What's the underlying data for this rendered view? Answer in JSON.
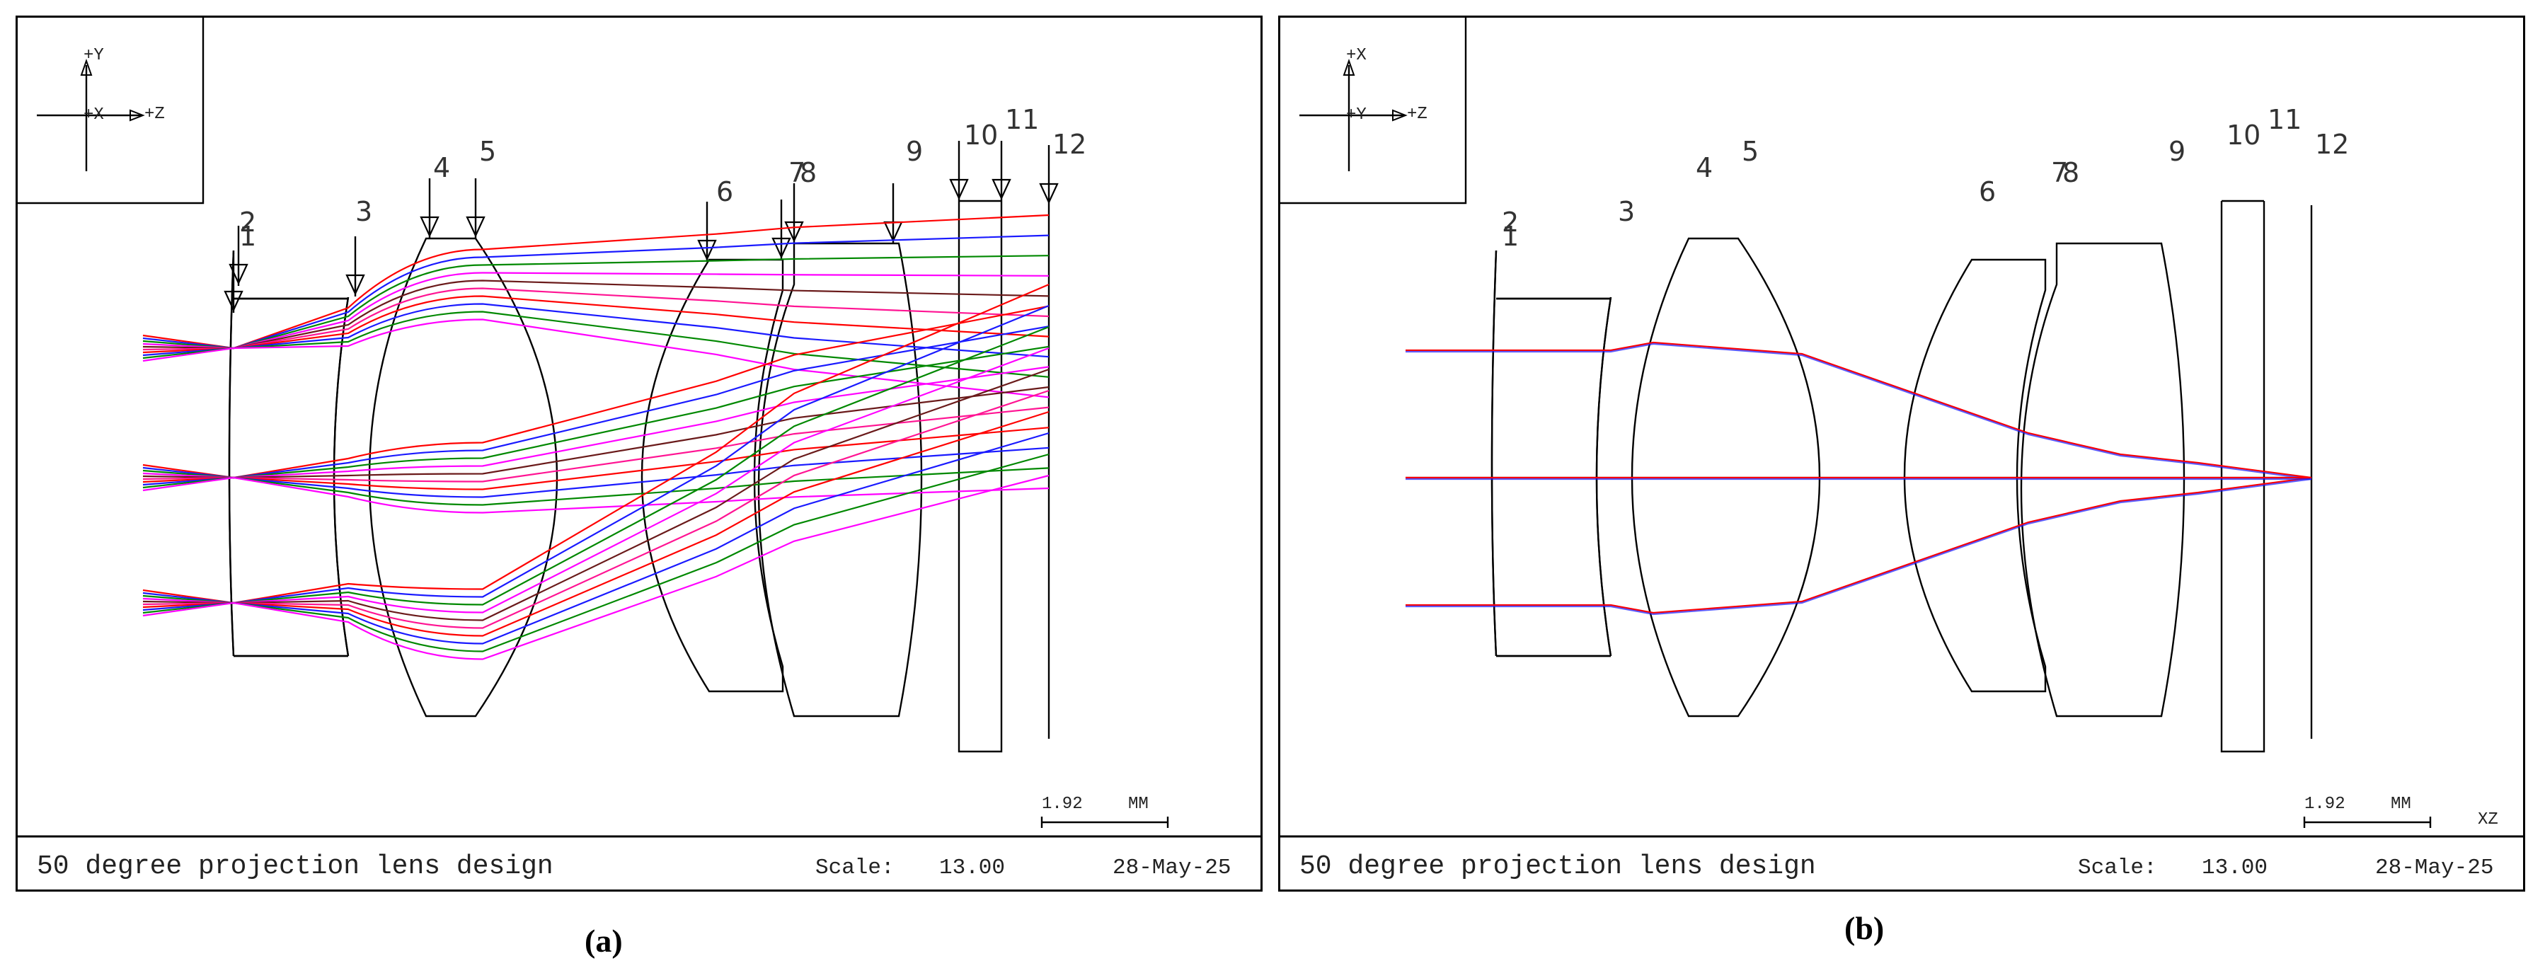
{
  "panels": [
    {
      "id": "a",
      "caption": "(a)",
      "footer": {
        "title": "50 degree projection lens design",
        "scale_label": "Scale:",
        "scale_value": "13.00",
        "date": "28-May-25"
      },
      "scale_bar": {
        "value": "1.92",
        "unit": "MM"
      },
      "axes": {
        "vertical": "+Y",
        "horizontal": "+Z",
        "out_of_plane": "+X"
      },
      "view_label": "",
      "show_stops": true,
      "ray_mode": "fans"
    },
    {
      "id": "b",
      "caption": "(b)",
      "footer": {
        "title": "50 degree projection lens design",
        "scale_label": "Scale:",
        "scale_value": "13.00",
        "date": "28-May-25"
      },
      "scale_bar": {
        "value": "1.92",
        "unit": "MM"
      },
      "axes": {
        "vertical": "+X",
        "horizontal": "+Z",
        "out_of_plane": "+Y"
      },
      "view_label": "XZ",
      "show_stops": false,
      "ray_mode": "axial"
    }
  ],
  "surfaces": [
    "1",
    "2",
    "3",
    "4",
    "5",
    "6",
    "7",
    "8",
    "9",
    "10",
    "11",
    "12"
  ],
  "colors": {
    "frame": "#000000",
    "ray_palette": [
      "#ff0000",
      "#1a1aff",
      "#008800",
      "#ff00ff",
      "#6a1a1a",
      "#ff1493"
    ]
  }
}
